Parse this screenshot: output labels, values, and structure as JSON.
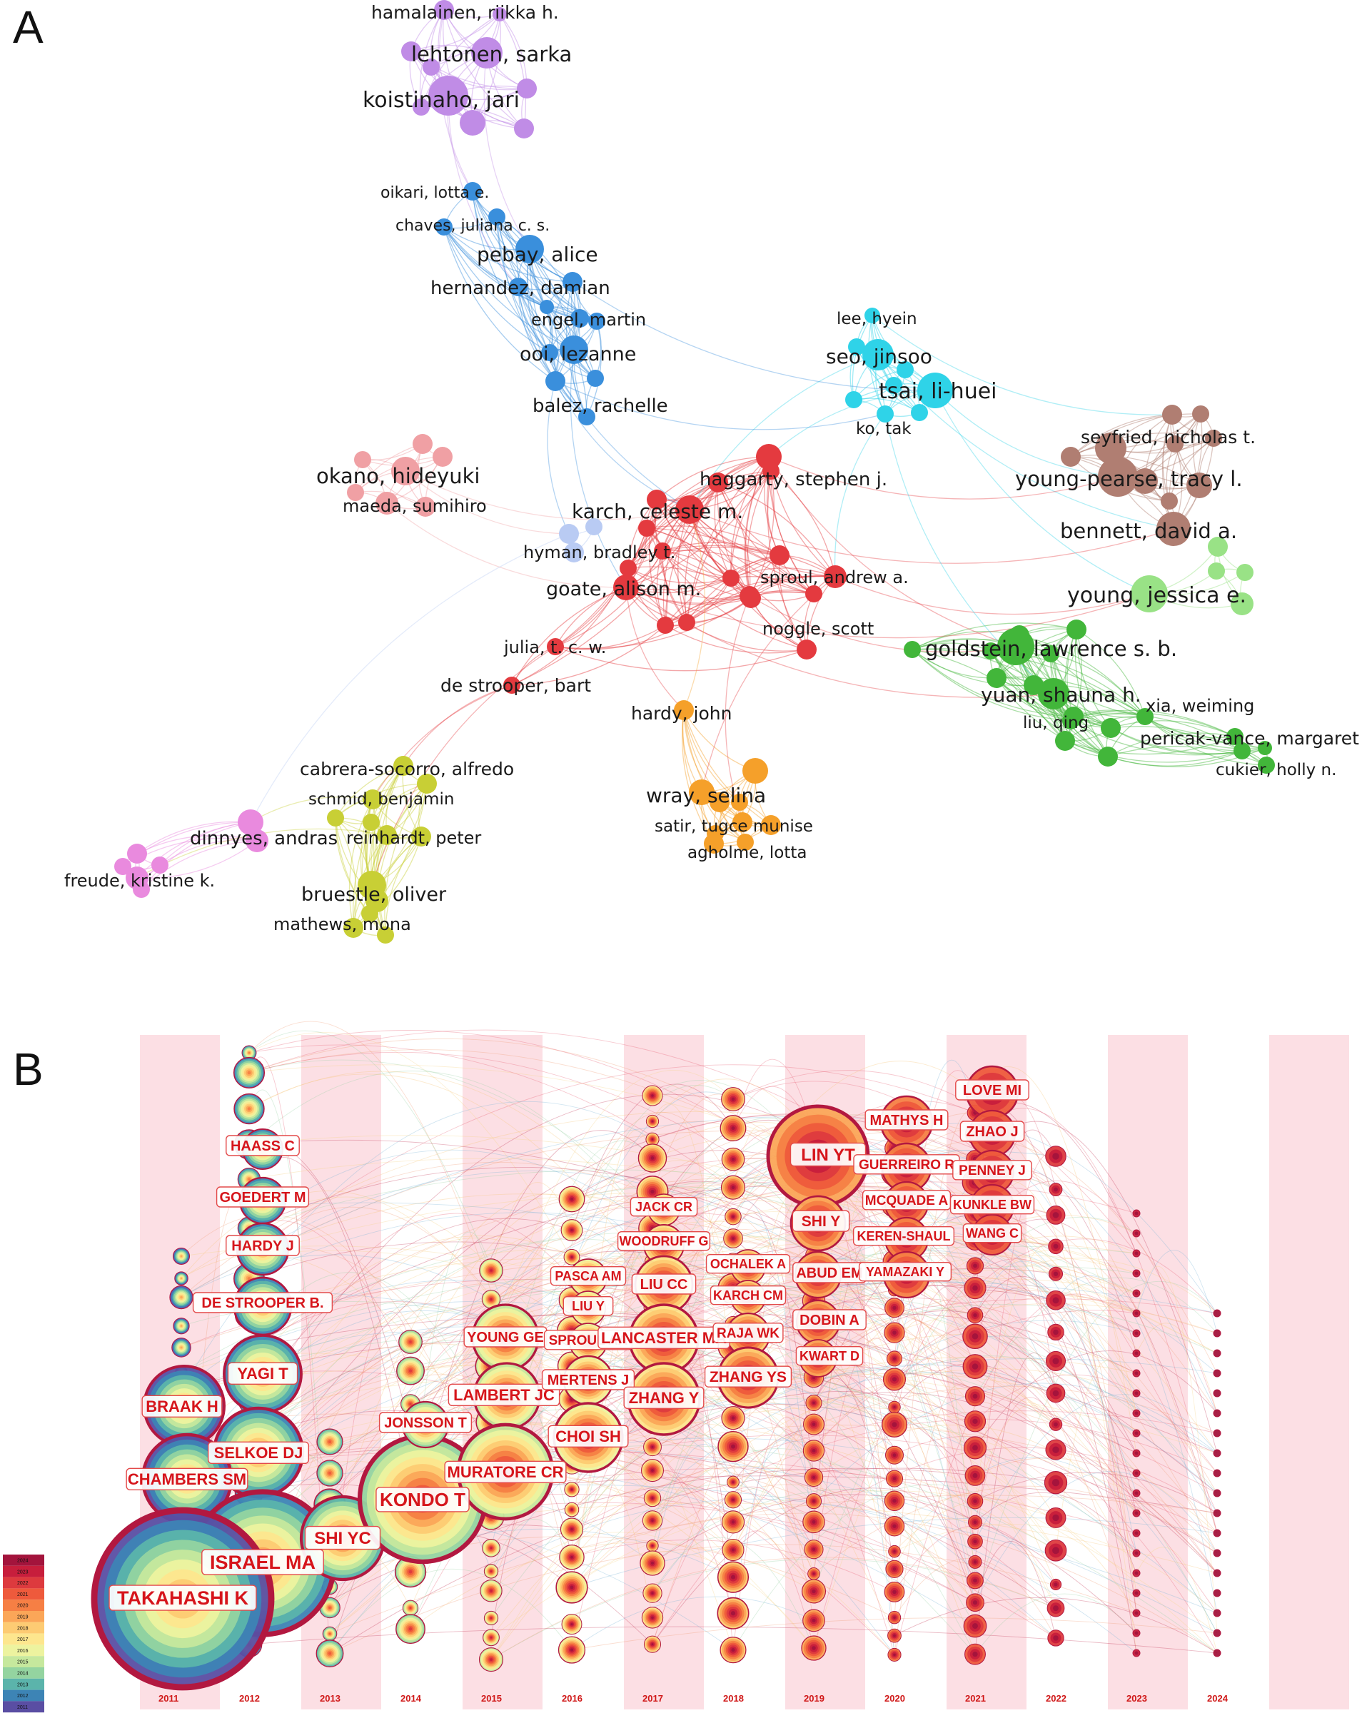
{
  "panels": [
    {
      "label": "A"
    },
    {
      "label": "B"
    }
  ],
  "network_a": {
    "nodes": [
      {
        "label": "hamalainen, riikka h.",
        "cluster": "purple"
      },
      {
        "label": "lehtonen, sarka",
        "cluster": "purple"
      },
      {
        "label": "koistinaho, jari",
        "cluster": "purple"
      },
      {
        "label": "oikari, lotta e.",
        "cluster": "blue"
      },
      {
        "label": "chaves, juliana c. s.",
        "cluster": "blue"
      },
      {
        "label": "pebay, alice",
        "cluster": "blue"
      },
      {
        "label": "hernandez, damian",
        "cluster": "blue"
      },
      {
        "label": "engel, martin",
        "cluster": "blue"
      },
      {
        "label": "ooi, lezanne",
        "cluster": "blue"
      },
      {
        "label": "balez, rachelle",
        "cluster": "blue"
      },
      {
        "label": "lee, hyein",
        "cluster": "cyan"
      },
      {
        "label": "seo, jinsoo",
        "cluster": "cyan"
      },
      {
        "label": "tsai, li-huei",
        "cluster": "cyan"
      },
      {
        "label": "ko, tak",
        "cluster": "cyan"
      },
      {
        "label": "seyfried, nicholas t.",
        "cluster": "brown"
      },
      {
        "label": "young-pearse, tracy l.",
        "cluster": "brown"
      },
      {
        "label": "bennett, david a.",
        "cluster": "brown"
      },
      {
        "label": "okano, hideyuki",
        "cluster": "pink"
      },
      {
        "label": "maeda, sumihiro",
        "cluster": "pink"
      },
      {
        "label": "haggarty, stephen j.",
        "cluster": "red"
      },
      {
        "label": "karch, celeste m.",
        "cluster": "red"
      },
      {
        "label": "hyman, bradley t.",
        "cluster": "lightblue"
      },
      {
        "label": "sproul, andrew a.",
        "cluster": "red"
      },
      {
        "label": "goate, alison m.",
        "cluster": "red"
      },
      {
        "label": "noggle, scott",
        "cluster": "red"
      },
      {
        "label": "julia, t. c. w.",
        "cluster": "red"
      },
      {
        "label": "de strooper, bart",
        "cluster": "red"
      },
      {
        "label": "young, jessica e.",
        "cluster": "lightgreen"
      },
      {
        "label": "goldstein, lawrence s. b.",
        "cluster": "green"
      },
      {
        "label": "yuan, shauna h.",
        "cluster": "green"
      },
      {
        "label": "xia, weiming",
        "cluster": "green"
      },
      {
        "label": "liu, qing",
        "cluster": "green"
      },
      {
        "label": "pericak-vance, margaret a.",
        "cluster": "green"
      },
      {
        "label": "cukier, holly n.",
        "cluster": "green"
      },
      {
        "label": "hardy, john",
        "cluster": "orange"
      },
      {
        "label": "wray, selina",
        "cluster": "orange"
      },
      {
        "label": "satir, tugce munise",
        "cluster": "orange"
      },
      {
        "label": "agholme, lotta",
        "cluster": "orange"
      },
      {
        "label": "cabrera-socorro, alfredo",
        "cluster": "yellow"
      },
      {
        "label": "schmid, benjamin",
        "cluster": "yellow"
      },
      {
        "label": "reinhardt, peter",
        "cluster": "yellow"
      },
      {
        "label": "bruestle, oliver",
        "cluster": "yellow"
      },
      {
        "label": "mathews, mona",
        "cluster": "yellow"
      },
      {
        "label": "dinnyes, andras",
        "cluster": "magenta"
      },
      {
        "label": "freude, kristine k.",
        "cluster": "magenta"
      }
    ],
    "cluster_colors": {
      "purple": "#c08ce6",
      "blue": "#3a8fdc",
      "cyan": "#2fd3e8",
      "brown": "#b07e72",
      "pink": "#f0a0a4",
      "red": "#e43a3f",
      "lightblue": "#b9cbf3",
      "lightgreen": "#99e286",
      "green": "#42b63a",
      "orange": "#f5a02a",
      "yellow": "#c8cf35",
      "magenta": "#e98ade"
    }
  },
  "timeline_b": {
    "years": [
      "2011",
      "2012",
      "2013",
      "2014",
      "2015",
      "2016",
      "2017",
      "2018",
      "2019",
      "2020",
      "2021",
      "2022",
      "2023",
      "2024"
    ],
    "legend_years": [
      "2024",
      "2023",
      "2022",
      "2021",
      "2020",
      "2019",
      "2018",
      "2017",
      "2016",
      "2015",
      "2014",
      "2013",
      "2012",
      "2011"
    ],
    "legend_colors": [
      "#a3143c",
      "#c71e3c",
      "#dd3a3e",
      "#ee5a3c",
      "#f67f44",
      "#fba658",
      "#fdcb73",
      "#fde68e",
      "#edf39f",
      "#c6e89d",
      "#94d4a0",
      "#5bb4ab",
      "#3d84b5",
      "#5a4ea3"
    ],
    "band_color": "#fcdfe4",
    "labels": [
      {
        "text": "HAASS C",
        "year": "2012"
      },
      {
        "text": "GOEDERT M",
        "year": "2012"
      },
      {
        "text": "HARDY J",
        "year": "2012"
      },
      {
        "text": "DE STROOPER B.",
        "year": "2012"
      },
      {
        "text": "YAGI T",
        "year": "2012"
      },
      {
        "text": "BRAAK H",
        "year": "2011"
      },
      {
        "text": "SELKOE DJ",
        "year": "2012"
      },
      {
        "text": "CHAMBERS SM",
        "year": "2011"
      },
      {
        "text": "ISRAEL MA",
        "year": "2012"
      },
      {
        "text": "TAKAHASHI K",
        "year": "2011"
      },
      {
        "text": "SHI YC",
        "year": "2013"
      },
      {
        "text": "KONDO T",
        "year": "2014"
      },
      {
        "text": "JONSSON T",
        "year": "2014"
      },
      {
        "text": "YOUNG GE",
        "year": "2015"
      },
      {
        "text": "LAMBERT JC",
        "year": "2015"
      },
      {
        "text": "MURATORE CR",
        "year": "2015"
      },
      {
        "text": "PASCA AM",
        "year": "2016"
      },
      {
        "text": "LIU Y",
        "year": "2016"
      },
      {
        "text": "SPROUL AA",
        "year": "2016"
      },
      {
        "text": "MERTENS J",
        "year": "2016"
      },
      {
        "text": "CHOI SH",
        "year": "2016"
      },
      {
        "text": "JACK CR",
        "year": "2017"
      },
      {
        "text": "WOODRUFF G",
        "year": "2017"
      },
      {
        "text": "LIU CC",
        "year": "2017"
      },
      {
        "text": "LANCASTER MA",
        "year": "2017"
      },
      {
        "text": "ZHANG Y",
        "year": "2017"
      },
      {
        "text": "OCHALEK A",
        "year": "2018"
      },
      {
        "text": "KARCH CM",
        "year": "2018"
      },
      {
        "text": "RAJA WK",
        "year": "2018"
      },
      {
        "text": "ZHANG YS",
        "year": "2018"
      },
      {
        "text": "LIN YT",
        "year": "2019"
      },
      {
        "text": "SHI Y",
        "year": "2019"
      },
      {
        "text": "ABUD EM",
        "year": "2019"
      },
      {
        "text": "DOBIN A",
        "year": "2019"
      },
      {
        "text": "KWART D",
        "year": "2019"
      },
      {
        "text": "MATHYS H",
        "year": "2020"
      },
      {
        "text": "GUERREIRO R",
        "year": "2020"
      },
      {
        "text": "MCQUADE A",
        "year": "2020"
      },
      {
        "text": "KEREN-SHAUL",
        "year": "2020"
      },
      {
        "text": "YAMAZAKI Y",
        "year": "2020"
      },
      {
        "text": "LOVE MI",
        "year": "2021"
      },
      {
        "text": "ZHAO J",
        "year": "2021"
      },
      {
        "text": "PENNEY J",
        "year": "2021"
      },
      {
        "text": "KUNKLE BW",
        "year": "2021"
      },
      {
        "text": "WANG C",
        "year": "2021"
      }
    ]
  }
}
